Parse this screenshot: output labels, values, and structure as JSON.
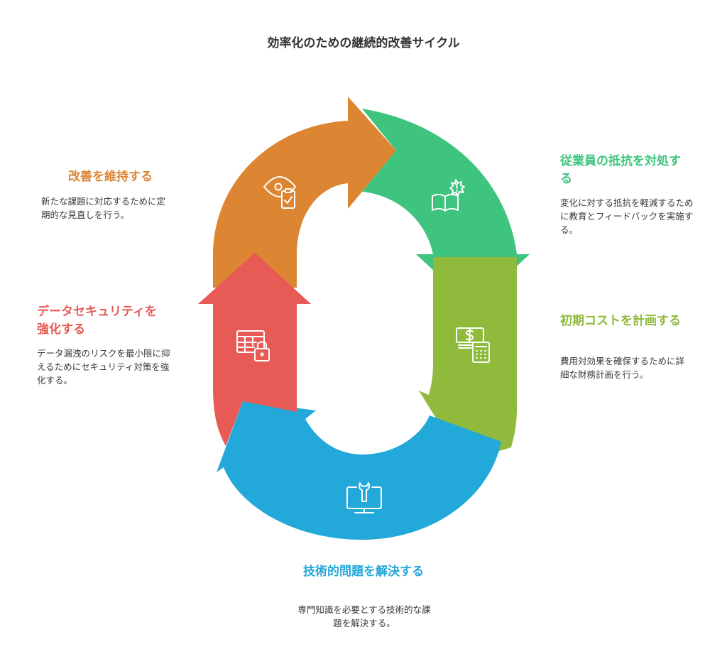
{
  "title": "効率化のための継続的改善サイクル",
  "colors": {
    "orange": "#DC8533",
    "green": "#3EC47E",
    "olive": "#8FBA3B",
    "blue": "#22A8D9",
    "red": "#E85A55"
  },
  "steps": [
    {
      "id": "maintain",
      "heading": "改善を維持する",
      "description": "新たな課題に対応するために定期的な見直しを行う。",
      "icon": "eye-clipboard-icon",
      "color": "#DC8533"
    },
    {
      "id": "resistance",
      "heading": "従業員の抵抗を対処する",
      "description": "変化に対する抵抗を軽減するために教育とフィードバックを実施する。",
      "icon": "book-alert-icon",
      "color": "#3EC47E"
    },
    {
      "id": "cost",
      "heading": "初期コストを計画する",
      "description": "費用対効果を確保するために詳細な財務計画を行う。",
      "icon": "money-calculator-icon",
      "color": "#8FBA3B"
    },
    {
      "id": "technical",
      "heading": "技術的問題を解決する",
      "description": "専門知識を必要とする技術的な課題を解決する。",
      "icon": "monitor-wrench-icon",
      "color": "#22A8D9"
    },
    {
      "id": "security",
      "heading": "データセキュリティを強化する",
      "description": "データ漏洩のリスクを最小限に抑えるためにセキュリティ対策を強化する。",
      "icon": "table-lock-icon",
      "color": "#E85A55"
    }
  ]
}
